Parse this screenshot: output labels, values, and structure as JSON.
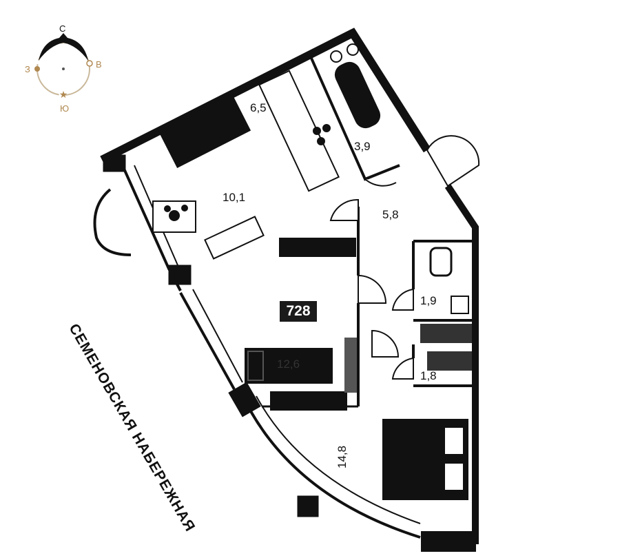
{
  "compass": {
    "north": "С",
    "west": "З",
    "east": "В",
    "south": "Ю",
    "accent_color": "#b08850"
  },
  "apartment_number": "728",
  "street_name": "СЕМЕНОВСКАЯ НАБЕРЕЖНАЯ",
  "rooms": [
    {
      "name": "kitchen",
      "area": "6,5"
    },
    {
      "name": "living",
      "area": "10,1"
    },
    {
      "name": "bathroom",
      "area": "3,9"
    },
    {
      "name": "hall",
      "area": "5,8"
    },
    {
      "name": "wc",
      "area": "1,9"
    },
    {
      "name": "closet",
      "area": "1,8"
    },
    {
      "name": "room",
      "area": "12,6"
    },
    {
      "name": "bedroom",
      "area": "14,8"
    }
  ]
}
